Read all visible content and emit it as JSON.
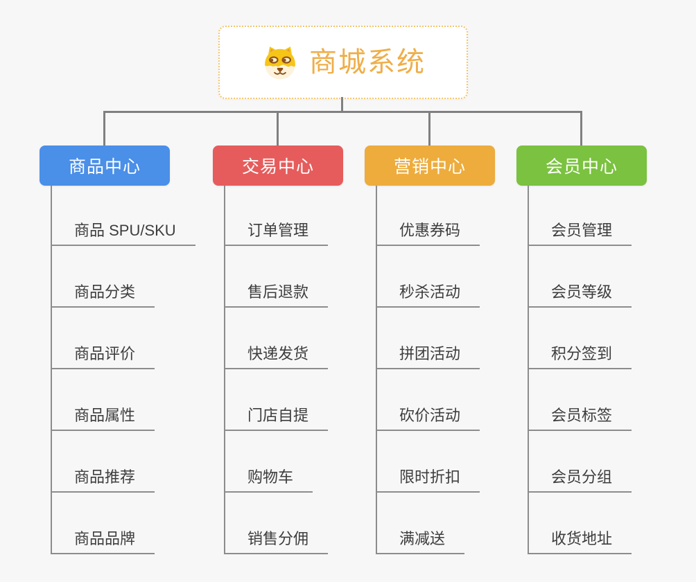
{
  "root": {
    "title": "商城系统",
    "icon": "dog-face-icon",
    "title_color": "#EFAE49",
    "border_color": "#F5C46A"
  },
  "branches": [
    {
      "label": "商品中心",
      "color": "#4A8FE8",
      "items": [
        "商品 SPU/SKU",
        "商品分类",
        "商品评价",
        "商品属性",
        "商品推荐",
        "商品品牌"
      ]
    },
    {
      "label": "交易中心",
      "color": "#E65C5C",
      "items": [
        "订单管理",
        "售后退款",
        "快递发货",
        "门店自提",
        "购物车",
        "销售分佣"
      ]
    },
    {
      "label": "营销中心",
      "color": "#EDAC3C",
      "items": [
        "优惠券码",
        "秒杀活动",
        "拼团活动",
        "砍价活动",
        "限时折扣",
        "满减送"
      ]
    },
    {
      "label": "会员中心",
      "color": "#7AC23F",
      "items": [
        "会员管理",
        "会员等级",
        "积分签到",
        "会员标签",
        "会员分组",
        "收货地址"
      ]
    }
  ],
  "colors": {
    "background": "#F7F7F8",
    "connector": "#808080",
    "leaf_line": "#8C8C8C",
    "leaf_text": "#3D3D3D"
  }
}
